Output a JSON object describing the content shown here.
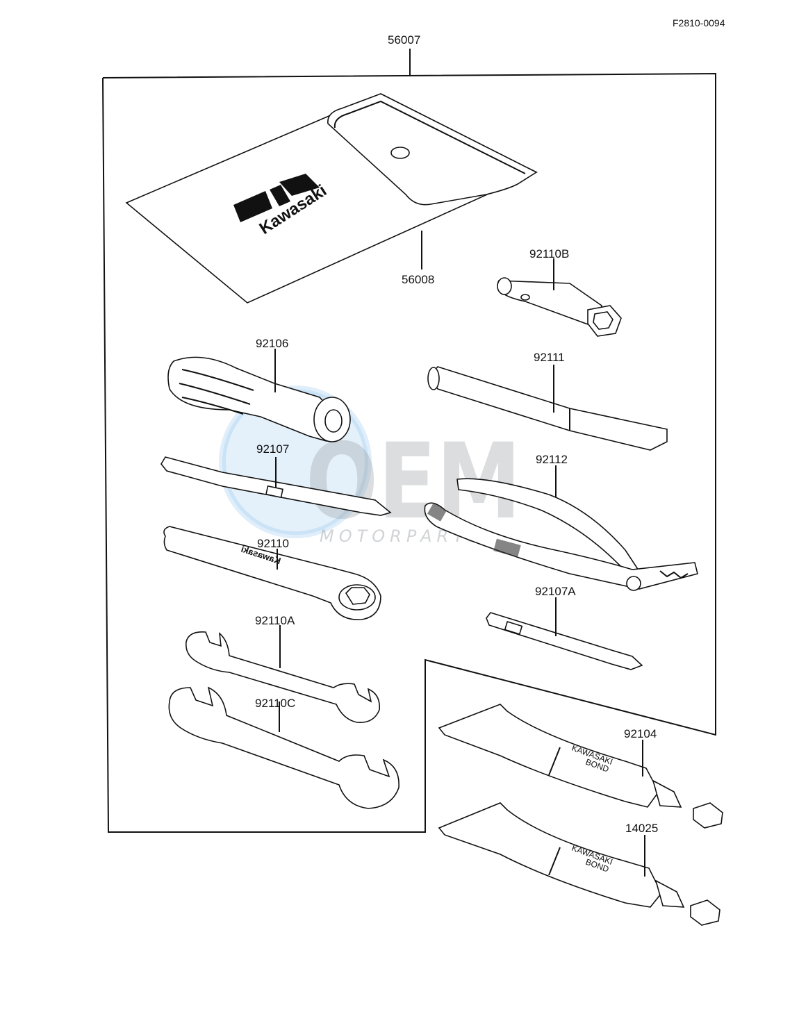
{
  "figure_id": "F2810-0094",
  "parts": {
    "tool_kit": "56007",
    "tool_bag": "56008",
    "plug_wrench": "92110B",
    "screwdriver_handle": "92106",
    "extension_bar": "92111",
    "screwdriver_flat": "92107",
    "pliers": "92112",
    "box_wrench": "92110",
    "screwdriver_phillips": "92107A",
    "wrench_open_a": "92110A",
    "wrench_open_c": "92110C",
    "bond_tube_1": "92104",
    "bond_tube_2": "14025"
  },
  "brand_logo": "Kawasaki",
  "wrench_marking": "Kawasaki",
  "tube_text": {
    "line1": "KAWASAKI",
    "line2": "BOND"
  },
  "watermark": {
    "main": "OEM",
    "sub": "MOTORPARTS"
  }
}
